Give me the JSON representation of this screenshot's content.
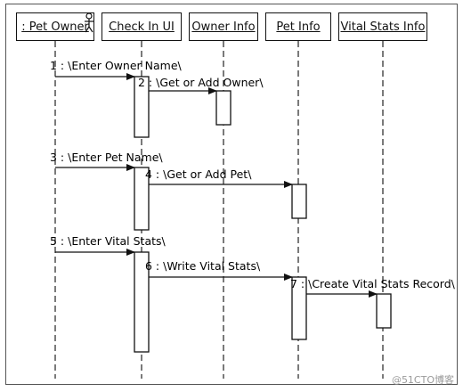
{
  "lifelines": [
    {
      "id": "pet_owner",
      "label": ": Pet Owner",
      "actor": true
    },
    {
      "id": "check_in_ui",
      "label": "Check In UI"
    },
    {
      "id": "owner_info",
      "label": "Owner Info"
    },
    {
      "id": "pet_info",
      "label": "Pet Info"
    },
    {
      "id": "vital_stats_info",
      "label": "Vital Stats Info"
    }
  ],
  "messages": [
    {
      "label": "1 : \\Enter Owner Name\\",
      "from": "pet_owner",
      "to": "check_in_ui"
    },
    {
      "label": "2 : \\Get or Add Owner\\",
      "from": "check_in_ui",
      "to": "owner_info"
    },
    {
      "label": "3 : \\Enter Pet Name\\",
      "from": "pet_owner",
      "to": "check_in_ui"
    },
    {
      "label": "4 : \\Get or Add Pet\\",
      "from": "check_in_ui",
      "to": "pet_info"
    },
    {
      "label": "5 : \\Enter Vital Stats\\",
      "from": "pet_owner",
      "to": "check_in_ui"
    },
    {
      "label": "6 : \\Write Vital Stats\\",
      "from": "check_in_ui",
      "to": "pet_info"
    },
    {
      "label": "7 : \\Create Vital Stats Record\\",
      "from": "pet_info",
      "to": "vital_stats_info"
    }
  ],
  "watermark": "@51CTO博客"
}
